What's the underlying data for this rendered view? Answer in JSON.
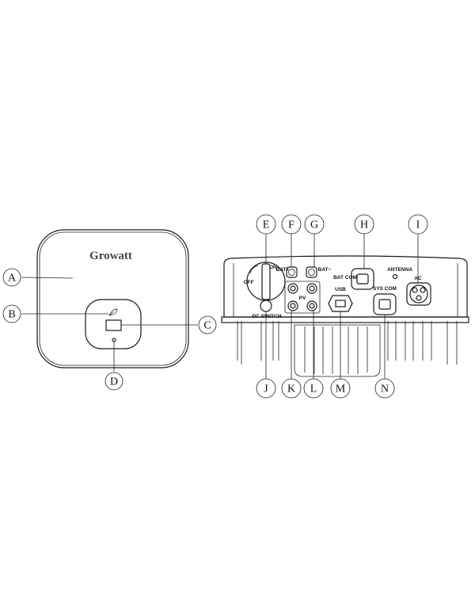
{
  "front_view": {
    "logo": "Growatt",
    "callouts": [
      "A",
      "B",
      "C",
      "D"
    ]
  },
  "bottom_view": {
    "callouts_top": [
      "E",
      "F",
      "G",
      "H",
      "I"
    ],
    "callouts_bottom": [
      "J",
      "K",
      "L",
      "M",
      "N"
    ],
    "labels": {
      "on": "ON",
      "off": "OFF",
      "bat_plus": "BAT+",
      "bat_minus": "BAT−",
      "bat_com": "BAT COM",
      "antenna": "ANTENNA",
      "ac": "AC",
      "usb": "USB",
      "sys_com": "SYS COM",
      "pv": "PV",
      "dc_switch": "DC SWITCH"
    }
  }
}
